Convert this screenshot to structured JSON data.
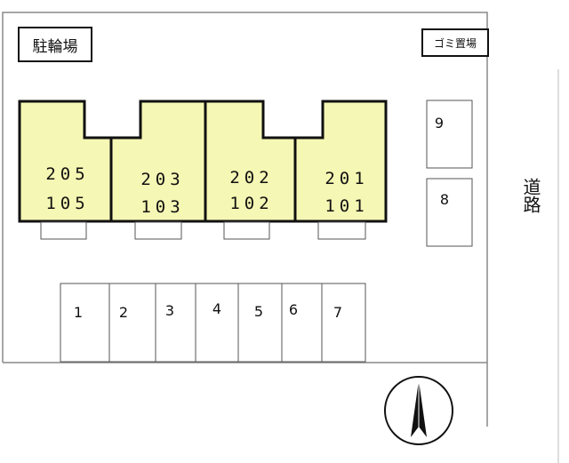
{
  "labels": {
    "bicycle_parking": "駐輪場",
    "garbage": "ゴミ置場",
    "road": "道路"
  },
  "units": [
    {
      "upper": "205",
      "lower": "105"
    },
    {
      "upper": "203",
      "lower": "103"
    },
    {
      "upper": "202",
      "lower": "102"
    },
    {
      "upper": "201",
      "lower": "101"
    }
  ],
  "parking": [
    "1",
    "2",
    "3",
    "4",
    "5",
    "6",
    "7"
  ],
  "side_parking": [
    "9",
    "8"
  ],
  "colors": {
    "building_fill": "#f5f7b4",
    "line": "#111111",
    "ground_border": "#888888"
  },
  "icons": {
    "north": "north-arrow-icon"
  }
}
